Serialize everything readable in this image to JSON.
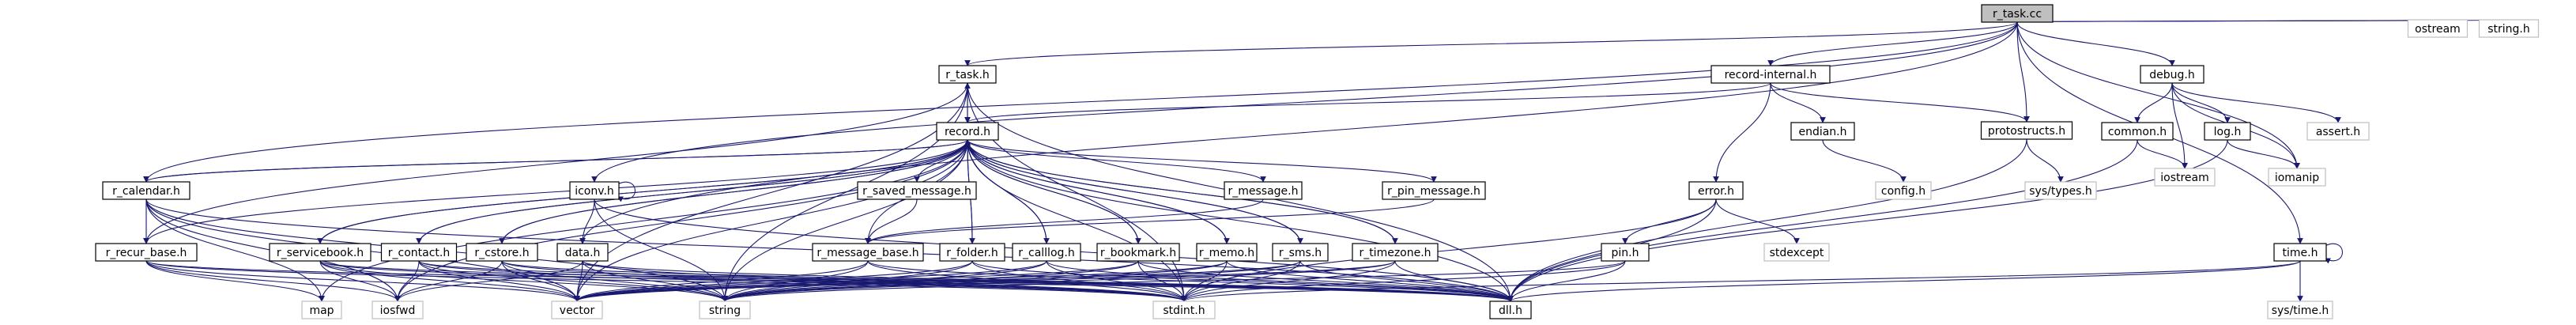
{
  "diagram": {
    "title": "",
    "colors": {
      "root_fill": "#bfbfbf",
      "node_fill": "#ffffff",
      "edge": "#191970",
      "system_border": "#bfbfbf"
    },
    "nodes": [
      {
        "id": "r_task_cc",
        "label": "r_task.cc",
        "kind": "root"
      },
      {
        "id": "r_task_h",
        "label": "r_task.h",
        "kind": "local"
      },
      {
        "id": "record_internal_h",
        "label": "record-internal.h",
        "kind": "local"
      },
      {
        "id": "protostructs_h",
        "label": "protostructs.h",
        "kind": "local"
      },
      {
        "id": "debug_h",
        "label": "debug.h",
        "kind": "local"
      },
      {
        "id": "ostream",
        "label": "ostream",
        "kind": "system"
      },
      {
        "id": "string_h",
        "label": "string.h",
        "kind": "system"
      },
      {
        "id": "record_h",
        "label": "record.h",
        "kind": "local"
      },
      {
        "id": "endian_h",
        "label": "endian.h",
        "kind": "local"
      },
      {
        "id": "common_h",
        "label": "common.h",
        "kind": "local"
      },
      {
        "id": "log_h",
        "label": "log.h",
        "kind": "local"
      },
      {
        "id": "assert_h",
        "label": "assert.h",
        "kind": "system"
      },
      {
        "id": "r_calendar_h",
        "label": "r_calendar.h",
        "kind": "local"
      },
      {
        "id": "iconv_h",
        "label": "iconv.h",
        "kind": "local"
      },
      {
        "id": "r_saved_message_h",
        "label": "r_saved_message.h",
        "kind": "local"
      },
      {
        "id": "r_message_h",
        "label": "r_message.h",
        "kind": "local"
      },
      {
        "id": "r_pin_message_h",
        "label": "r_pin_message.h",
        "kind": "local"
      },
      {
        "id": "error_h",
        "label": "error.h",
        "kind": "local"
      },
      {
        "id": "config_h",
        "label": "config.h",
        "kind": "system"
      },
      {
        "id": "sys_types_h",
        "label": "sys/types.h",
        "kind": "system"
      },
      {
        "id": "iostream",
        "label": "iostream",
        "kind": "system"
      },
      {
        "id": "iomanip",
        "label": "iomanip",
        "kind": "system"
      },
      {
        "id": "r_recur_base_h",
        "label": "r_recur_base.h",
        "kind": "local"
      },
      {
        "id": "r_servicebook_h",
        "label": "r_servicebook.h",
        "kind": "local"
      },
      {
        "id": "r_contact_h",
        "label": "r_contact.h",
        "kind": "local"
      },
      {
        "id": "r_cstore_h",
        "label": "r_cstore.h",
        "kind": "local"
      },
      {
        "id": "data_h",
        "label": "data.h",
        "kind": "local"
      },
      {
        "id": "r_message_base_h",
        "label": "r_message_base.h",
        "kind": "local"
      },
      {
        "id": "r_folder_h",
        "label": "r_folder.h",
        "kind": "local"
      },
      {
        "id": "r_calllog_h",
        "label": "r_calllog.h",
        "kind": "local"
      },
      {
        "id": "r_bookmark_h",
        "label": "r_bookmark.h",
        "kind": "local"
      },
      {
        "id": "r_memo_h",
        "label": "r_memo.h",
        "kind": "local"
      },
      {
        "id": "r_sms_h",
        "label": "r_sms.h",
        "kind": "local"
      },
      {
        "id": "r_timezone_h",
        "label": "r_timezone.h",
        "kind": "local"
      },
      {
        "id": "pin_h",
        "label": "pin.h",
        "kind": "local"
      },
      {
        "id": "stdexcept",
        "label": "stdexcept",
        "kind": "system"
      },
      {
        "id": "time_h",
        "label": "time.h",
        "kind": "local"
      },
      {
        "id": "sys_time_h",
        "label": "sys/time.h",
        "kind": "system"
      },
      {
        "id": "map",
        "label": "map",
        "kind": "system"
      },
      {
        "id": "iosfwd",
        "label": "iosfwd",
        "kind": "system"
      },
      {
        "id": "vector",
        "label": "vector",
        "kind": "system"
      },
      {
        "id": "string",
        "label": "string",
        "kind": "system"
      },
      {
        "id": "stdint_h",
        "label": "stdint.h",
        "kind": "system"
      },
      {
        "id": "dll_h",
        "label": "dll.h",
        "kind": "local"
      }
    ],
    "edges": [
      [
        "r_task_cc",
        "r_task_h"
      ],
      [
        "r_task_cc",
        "record_internal_h"
      ],
      [
        "r_task_cc",
        "protostructs_h"
      ],
      [
        "r_task_cc",
        "debug_h"
      ],
      [
        "r_task_cc",
        "ostream"
      ],
      [
        "r_task_cc",
        "string_h"
      ],
      [
        "r_task_cc",
        "iomanip"
      ],
      [
        "r_task_cc",
        "time_h"
      ],
      [
        "r_task_cc",
        "r_calendar_h"
      ],
      [
        "r_task_cc",
        "iconv_h"
      ],
      [
        "r_task_cc",
        "data_h"
      ],
      [
        "r_task_h",
        "record_h"
      ],
      [
        "r_task_h",
        "r_recur_base_h"
      ],
      [
        "r_task_h",
        "vector"
      ],
      [
        "r_task_h",
        "string"
      ],
      [
        "r_task_h",
        "stdint_h"
      ],
      [
        "r_task_h",
        "dll_h"
      ],
      [
        "record_internal_h",
        "record_h"
      ],
      [
        "record_internal_h",
        "endian_h"
      ],
      [
        "record_internal_h",
        "protostructs_h"
      ],
      [
        "record_internal_h",
        "error_h"
      ],
      [
        "protostructs_h",
        "sys_types_h"
      ],
      [
        "protostructs_h",
        "dll_h"
      ],
      [
        "debug_h",
        "common_h"
      ],
      [
        "debug_h",
        "log_h"
      ],
      [
        "debug_h",
        "assert_h"
      ],
      [
        "debug_h",
        "iostream"
      ],
      [
        "debug_h",
        "iomanip"
      ],
      [
        "common_h",
        "iostream"
      ],
      [
        "common_h",
        "dll_h"
      ],
      [
        "log_h",
        "iomanip"
      ],
      [
        "log_h",
        "dll_h"
      ],
      [
        "endian_h",
        "config_h"
      ],
      [
        "record_h",
        "r_calendar_h"
      ],
      [
        "record_h",
        "r_saved_message_h"
      ],
      [
        "record_h",
        "r_message_h"
      ],
      [
        "record_h",
        "r_pin_message_h"
      ],
      [
        "record_h",
        "r_servicebook_h"
      ],
      [
        "record_h",
        "r_contact_h"
      ],
      [
        "record_h",
        "r_cstore_h"
      ],
      [
        "record_h",
        "r_folder_h"
      ],
      [
        "record_h",
        "r_calllog_h"
      ],
      [
        "record_h",
        "r_bookmark_h"
      ],
      [
        "record_h",
        "r_memo_h"
      ],
      [
        "record_h",
        "r_sms_h"
      ],
      [
        "record_h",
        "r_timezone_h"
      ],
      [
        "record_h",
        "r_task_h"
      ],
      [
        "record_h",
        "iosfwd"
      ],
      [
        "record_h",
        "string"
      ],
      [
        "record_h",
        "vector"
      ],
      [
        "record_h",
        "map"
      ],
      [
        "record_h",
        "stdint_h"
      ],
      [
        "record_h",
        "dll_h"
      ],
      [
        "r_calendar_h",
        "record_h"
      ],
      [
        "r_calendar_h",
        "r_recur_base_h"
      ],
      [
        "r_calendar_h",
        "vector"
      ],
      [
        "r_calendar_h",
        "string"
      ],
      [
        "r_calendar_h",
        "map"
      ],
      [
        "r_calendar_h",
        "iosfwd"
      ],
      [
        "r_calendar_h",
        "dll_h"
      ],
      [
        "iconv_h",
        "iconv_h"
      ],
      [
        "iconv_h",
        "data_h"
      ],
      [
        "iconv_h",
        "string"
      ],
      [
        "iconv_h",
        "dll_h"
      ],
      [
        "r_saved_message_h",
        "r_message_base_h"
      ],
      [
        "r_message_h",
        "r_message_base_h"
      ],
      [
        "r_pin_message_h",
        "r_message_base_h"
      ],
      [
        "error_h",
        "pin_h"
      ],
      [
        "error_h",
        "stdexcept"
      ],
      [
        "error_h",
        "stdint_h"
      ],
      [
        "error_h",
        "dll_h"
      ],
      [
        "r_recur_base_h",
        "record_h"
      ],
      [
        "r_recur_base_h",
        "map"
      ],
      [
        "r_recur_base_h",
        "iosfwd"
      ],
      [
        "r_recur_base_h",
        "vector"
      ],
      [
        "r_recur_base_h",
        "stdint_h"
      ],
      [
        "r_recur_base_h",
        "dll_h"
      ],
      [
        "r_servicebook_h",
        "record_h"
      ],
      [
        "r_servicebook_h",
        "iosfwd"
      ],
      [
        "r_servicebook_h",
        "vector"
      ],
      [
        "r_servicebook_h",
        "string"
      ],
      [
        "r_servicebook_h",
        "stdint_h"
      ],
      [
        "r_servicebook_h",
        "dll_h"
      ],
      [
        "r_contact_h",
        "record_h"
      ],
      [
        "r_contact_h",
        "iosfwd"
      ],
      [
        "r_contact_h",
        "vector"
      ],
      [
        "r_contact_h",
        "string"
      ],
      [
        "r_contact_h",
        "stdint_h"
      ],
      [
        "r_contact_h",
        "dll_h"
      ],
      [
        "r_cstore_h",
        "record_h"
      ],
      [
        "r_cstore_h",
        "iosfwd"
      ],
      [
        "r_cstore_h",
        "vector"
      ],
      [
        "r_cstore_h",
        "string"
      ],
      [
        "r_cstore_h",
        "stdint_h"
      ],
      [
        "r_cstore_h",
        "dll_h"
      ],
      [
        "data_h",
        "iosfwd"
      ],
      [
        "data_h",
        "vector"
      ],
      [
        "data_h",
        "string"
      ],
      [
        "data_h",
        "stdint_h"
      ],
      [
        "data_h",
        "dll_h"
      ],
      [
        "r_message_base_h",
        "record_h"
      ],
      [
        "r_message_base_h",
        "vector"
      ],
      [
        "r_message_base_h",
        "string"
      ],
      [
        "r_message_base_h",
        "stdint_h"
      ],
      [
        "r_message_base_h",
        "dll_h"
      ],
      [
        "r_folder_h",
        "record_h"
      ],
      [
        "r_folder_h",
        "vector"
      ],
      [
        "r_folder_h",
        "string"
      ],
      [
        "r_folder_h",
        "stdint_h"
      ],
      [
        "r_folder_h",
        "dll_h"
      ],
      [
        "r_calllog_h",
        "record_h"
      ],
      [
        "r_calllog_h",
        "vector"
      ],
      [
        "r_calllog_h",
        "string"
      ],
      [
        "r_calllog_h",
        "stdint_h"
      ],
      [
        "r_calllog_h",
        "dll_h"
      ],
      [
        "r_bookmark_h",
        "record_h"
      ],
      [
        "r_bookmark_h",
        "vector"
      ],
      [
        "r_bookmark_h",
        "string"
      ],
      [
        "r_bookmark_h",
        "stdint_h"
      ],
      [
        "r_bookmark_h",
        "dll_h"
      ],
      [
        "r_memo_h",
        "record_h"
      ],
      [
        "r_memo_h",
        "vector"
      ],
      [
        "r_memo_h",
        "string"
      ],
      [
        "r_memo_h",
        "stdint_h"
      ],
      [
        "r_memo_h",
        "dll_h"
      ],
      [
        "r_sms_h",
        "record_h"
      ],
      [
        "r_sms_h",
        "vector"
      ],
      [
        "r_sms_h",
        "string"
      ],
      [
        "r_sms_h",
        "stdint_h"
      ],
      [
        "r_sms_h",
        "dll_h"
      ],
      [
        "r_timezone_h",
        "record_h"
      ],
      [
        "r_timezone_h",
        "vector"
      ],
      [
        "r_timezone_h",
        "string"
      ],
      [
        "r_timezone_h",
        "stdint_h"
      ],
      [
        "r_timezone_h",
        "dll_h"
      ],
      [
        "pin_h",
        "stdint_h"
      ],
      [
        "pin_h",
        "string"
      ],
      [
        "pin_h",
        "dll_h"
      ],
      [
        "time_h",
        "time_h"
      ],
      [
        "time_h",
        "sys_time_h"
      ],
      [
        "time_h",
        "stdint_h"
      ],
      [
        "time_h",
        "dll_h"
      ]
    ]
  }
}
